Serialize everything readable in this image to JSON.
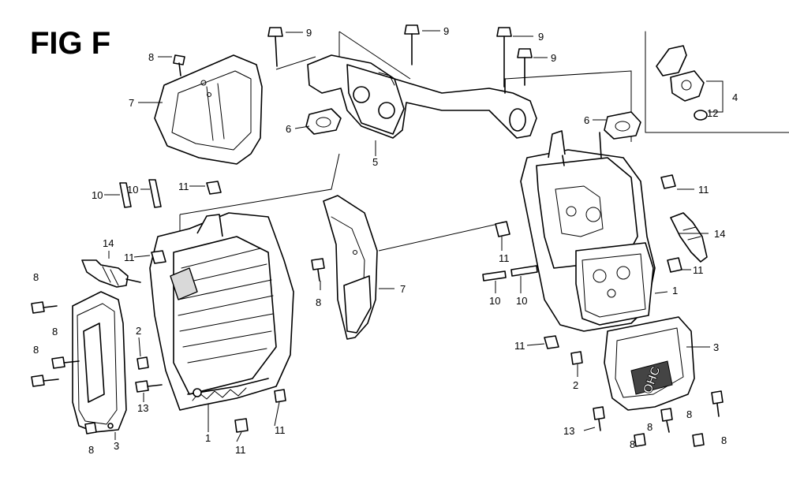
{
  "figure": {
    "title": "FIG F"
  },
  "callouts": [
    {
      "id": "c9a",
      "text": "9"
    },
    {
      "id": "c9b",
      "text": "9"
    },
    {
      "id": "c9c",
      "text": "9"
    },
    {
      "id": "c9d",
      "text": "9"
    },
    {
      "id": "c8a",
      "text": "8"
    },
    {
      "id": "c7a",
      "text": "7"
    },
    {
      "id": "c6a",
      "text": "6"
    },
    {
      "id": "c5",
      "text": "5"
    },
    {
      "id": "c6b",
      "text": "6"
    },
    {
      "id": "c4",
      "text": "4"
    },
    {
      "id": "c12",
      "text": "12"
    },
    {
      "id": "c11a",
      "text": "11"
    },
    {
      "id": "c11b",
      "text": "11"
    },
    {
      "id": "c10a",
      "text": "10"
    },
    {
      "id": "c10b",
      "text": "10"
    },
    {
      "id": "c14a",
      "text": "14"
    },
    {
      "id": "c11c",
      "text": "11"
    },
    {
      "id": "c8b",
      "text": "8"
    },
    {
      "id": "c8c",
      "text": "8"
    },
    {
      "id": "c8d",
      "text": "8"
    },
    {
      "id": "c2a",
      "text": "2"
    },
    {
      "id": "c13a",
      "text": "13"
    },
    {
      "id": "c8e",
      "text": "8"
    },
    {
      "id": "c3a",
      "text": "3"
    },
    {
      "id": "c1a",
      "text": "1"
    },
    {
      "id": "c11d",
      "text": "11"
    },
    {
      "id": "c11e",
      "text": "11"
    },
    {
      "id": "c8f",
      "text": "8"
    },
    {
      "id": "c7b",
      "text": "7"
    },
    {
      "id": "c11f",
      "text": "11"
    },
    {
      "id": "c10c",
      "text": "10"
    },
    {
      "id": "c10d",
      "text": "10"
    },
    {
      "id": "c14b",
      "text": "14"
    },
    {
      "id": "c11g",
      "text": "11"
    },
    {
      "id": "c1b",
      "text": "1"
    },
    {
      "id": "c11h",
      "text": "11"
    },
    {
      "id": "c2b",
      "text": "2"
    },
    {
      "id": "c3b",
      "text": "3"
    },
    {
      "id": "c13b",
      "text": "13"
    },
    {
      "id": "c8g",
      "text": "8"
    },
    {
      "id": "c8h",
      "text": "8"
    },
    {
      "id": "c8i",
      "text": "8"
    },
    {
      "id": "c8j",
      "text": "8"
    }
  ],
  "logo": {
    "text": "OHC"
  }
}
